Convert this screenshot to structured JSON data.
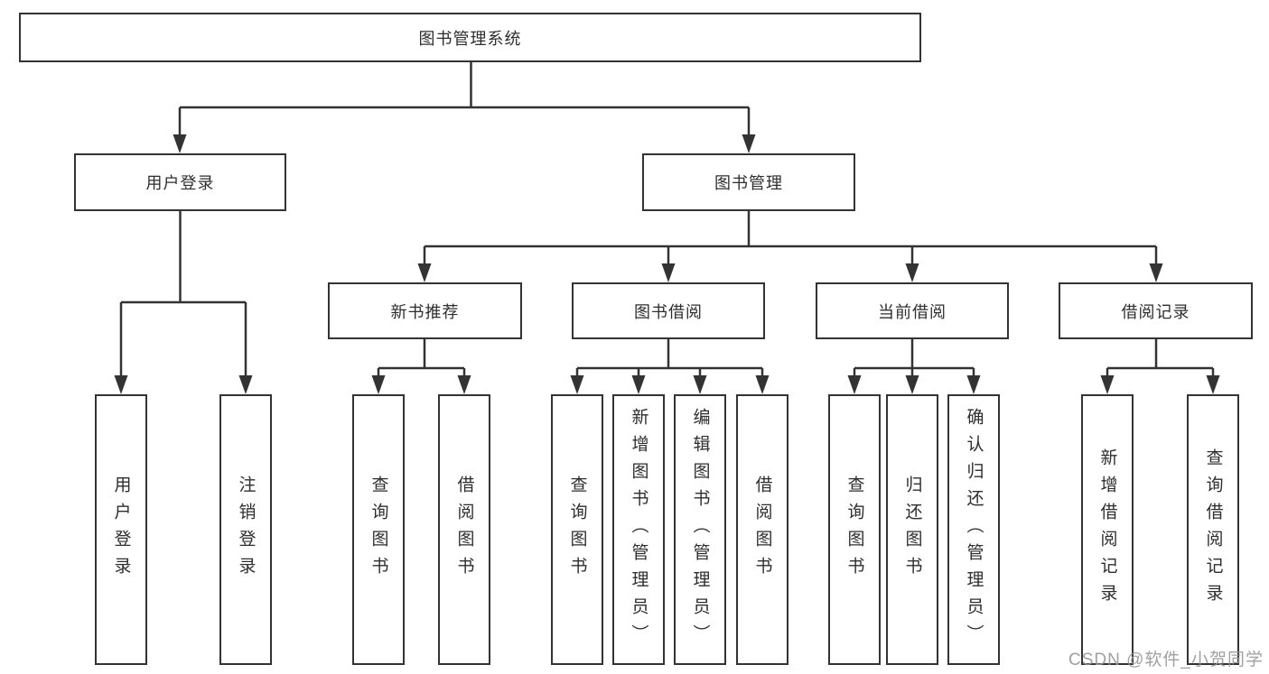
{
  "diagram": {
    "type": "hierarchy-tree",
    "line_color": "#333333",
    "box_border_color": "#333333",
    "box_fill_color": "#ffffff",
    "text_color": "#2e2e2e"
  },
  "tree": {
    "label": "图书管理系统",
    "children": [
      {
        "label": "用户登录",
        "children": [
          {
            "label": "用户登录"
          },
          {
            "label": "注销登录"
          }
        ]
      },
      {
        "label": "图书管理",
        "children": [
          {
            "label": "新书推荐",
            "children": [
              {
                "label": "查询图书"
              },
              {
                "label": "借阅图书"
              }
            ]
          },
          {
            "label": "图书借阅",
            "children": [
              {
                "label": "查询图书"
              },
              {
                "label": "新增图书（管理员）"
              },
              {
                "label": "编辑图书（管理员）"
              },
              {
                "label": "借阅图书"
              }
            ]
          },
          {
            "label": "当前借阅",
            "children": [
              {
                "label": "查询图书"
              },
              {
                "label": "归还图书"
              },
              {
                "label": "确认归还（管理员）"
              }
            ]
          },
          {
            "label": "借阅记录",
            "children": [
              {
                "label": "新增借阅记录"
              },
              {
                "label": "查询借阅记录"
              }
            ]
          }
        ]
      }
    ]
  },
  "watermark": {
    "text": "CSDN @软件_小贺同学",
    "color": "#9a9a9a"
  }
}
